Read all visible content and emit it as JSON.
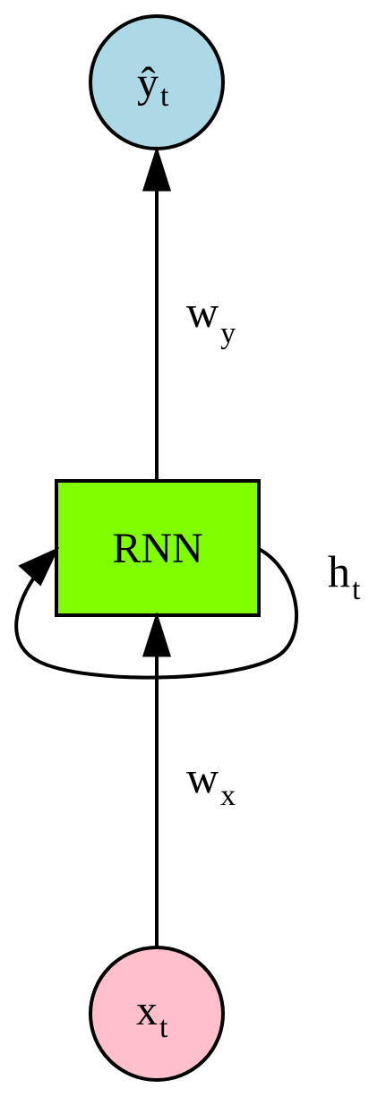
{
  "nodes": {
    "output": {
      "label": "ŷ",
      "subscript": "t",
      "fill": "#add8e6"
    },
    "rnn": {
      "label": "RNN",
      "fill": "#7fff00"
    },
    "input": {
      "label": "x",
      "subscript": "t",
      "fill": "#ffc0cb"
    }
  },
  "edges": {
    "wy": {
      "label": "w",
      "subscript": "y"
    },
    "wx": {
      "label": "w",
      "subscript": "x"
    },
    "ht": {
      "label": "h",
      "subscript": "t"
    }
  }
}
